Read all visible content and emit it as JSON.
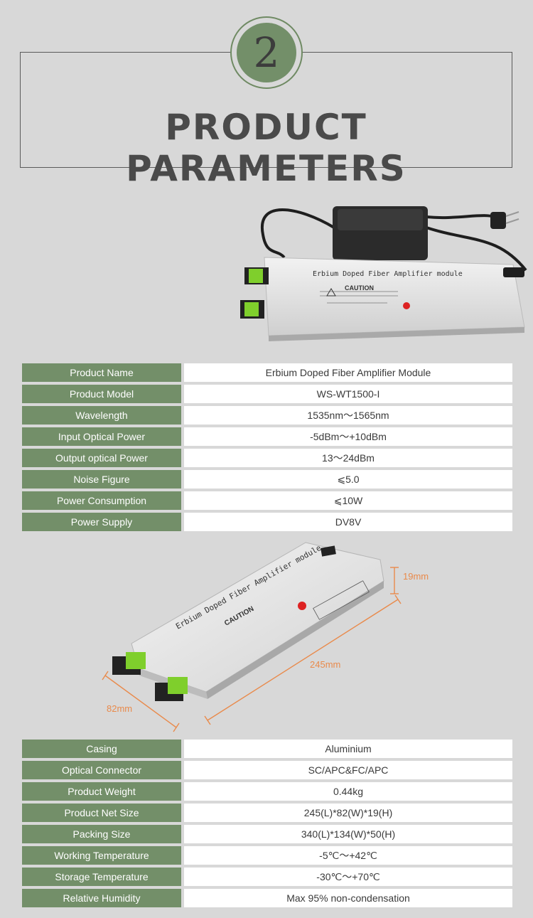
{
  "header": {
    "section_number": "2",
    "title": "PRODUCT PARAMETERS"
  },
  "product_label": {
    "title": "Erbium Doped Fiber Amplifier module",
    "caution": "CAUTION"
  },
  "dimensions": {
    "height": "19mm",
    "length": "245mm",
    "width": "82mm"
  },
  "colors": {
    "accent_green": "#738f69",
    "background": "#d8d8d8",
    "dimension_orange": "#e98a4b",
    "connector_green": "#7fcf2c"
  },
  "spec_table_1": [
    {
      "label": "Product Name",
      "value": "Erbium Doped Fiber Amplifier Module"
    },
    {
      "label": "Product Model",
      "value": "WS-WT1500-I"
    },
    {
      "label": "Wavelength",
      "value": "1535nm～1565nm"
    },
    {
      "label": "Input Optical Power",
      "value": "-5dBm～+10dBm"
    },
    {
      "label": "Output optical Power",
      "value": "13～24dBm"
    },
    {
      "label": "Noise Figure",
      "value": "⩽5.0"
    },
    {
      "label": "Power Consumption",
      "value": "⩽10W"
    },
    {
      "label": "Power Supply",
      "value": "DV8V"
    }
  ],
  "spec_table_2": [
    {
      "label": "Casing",
      "value": "Aluminium"
    },
    {
      "label": "Optical Connector",
      "value": "SC/APC&FC/APC"
    },
    {
      "label": "Product Weight",
      "value": "0.44kg"
    },
    {
      "label": "Product Net Size",
      "value": "245(L)*82(W)*19(H)"
    },
    {
      "label": "Packing Size",
      "value": "340(L)*134(W)*50(H)"
    },
    {
      "label": "Working Temperature",
      "value": "-5℃～+42℃"
    },
    {
      "label": "Storage Temperature",
      "value": "-30℃～+70℃"
    },
    {
      "label": "Relative Humidity",
      "value": "Max 95% non-condensation"
    }
  ]
}
